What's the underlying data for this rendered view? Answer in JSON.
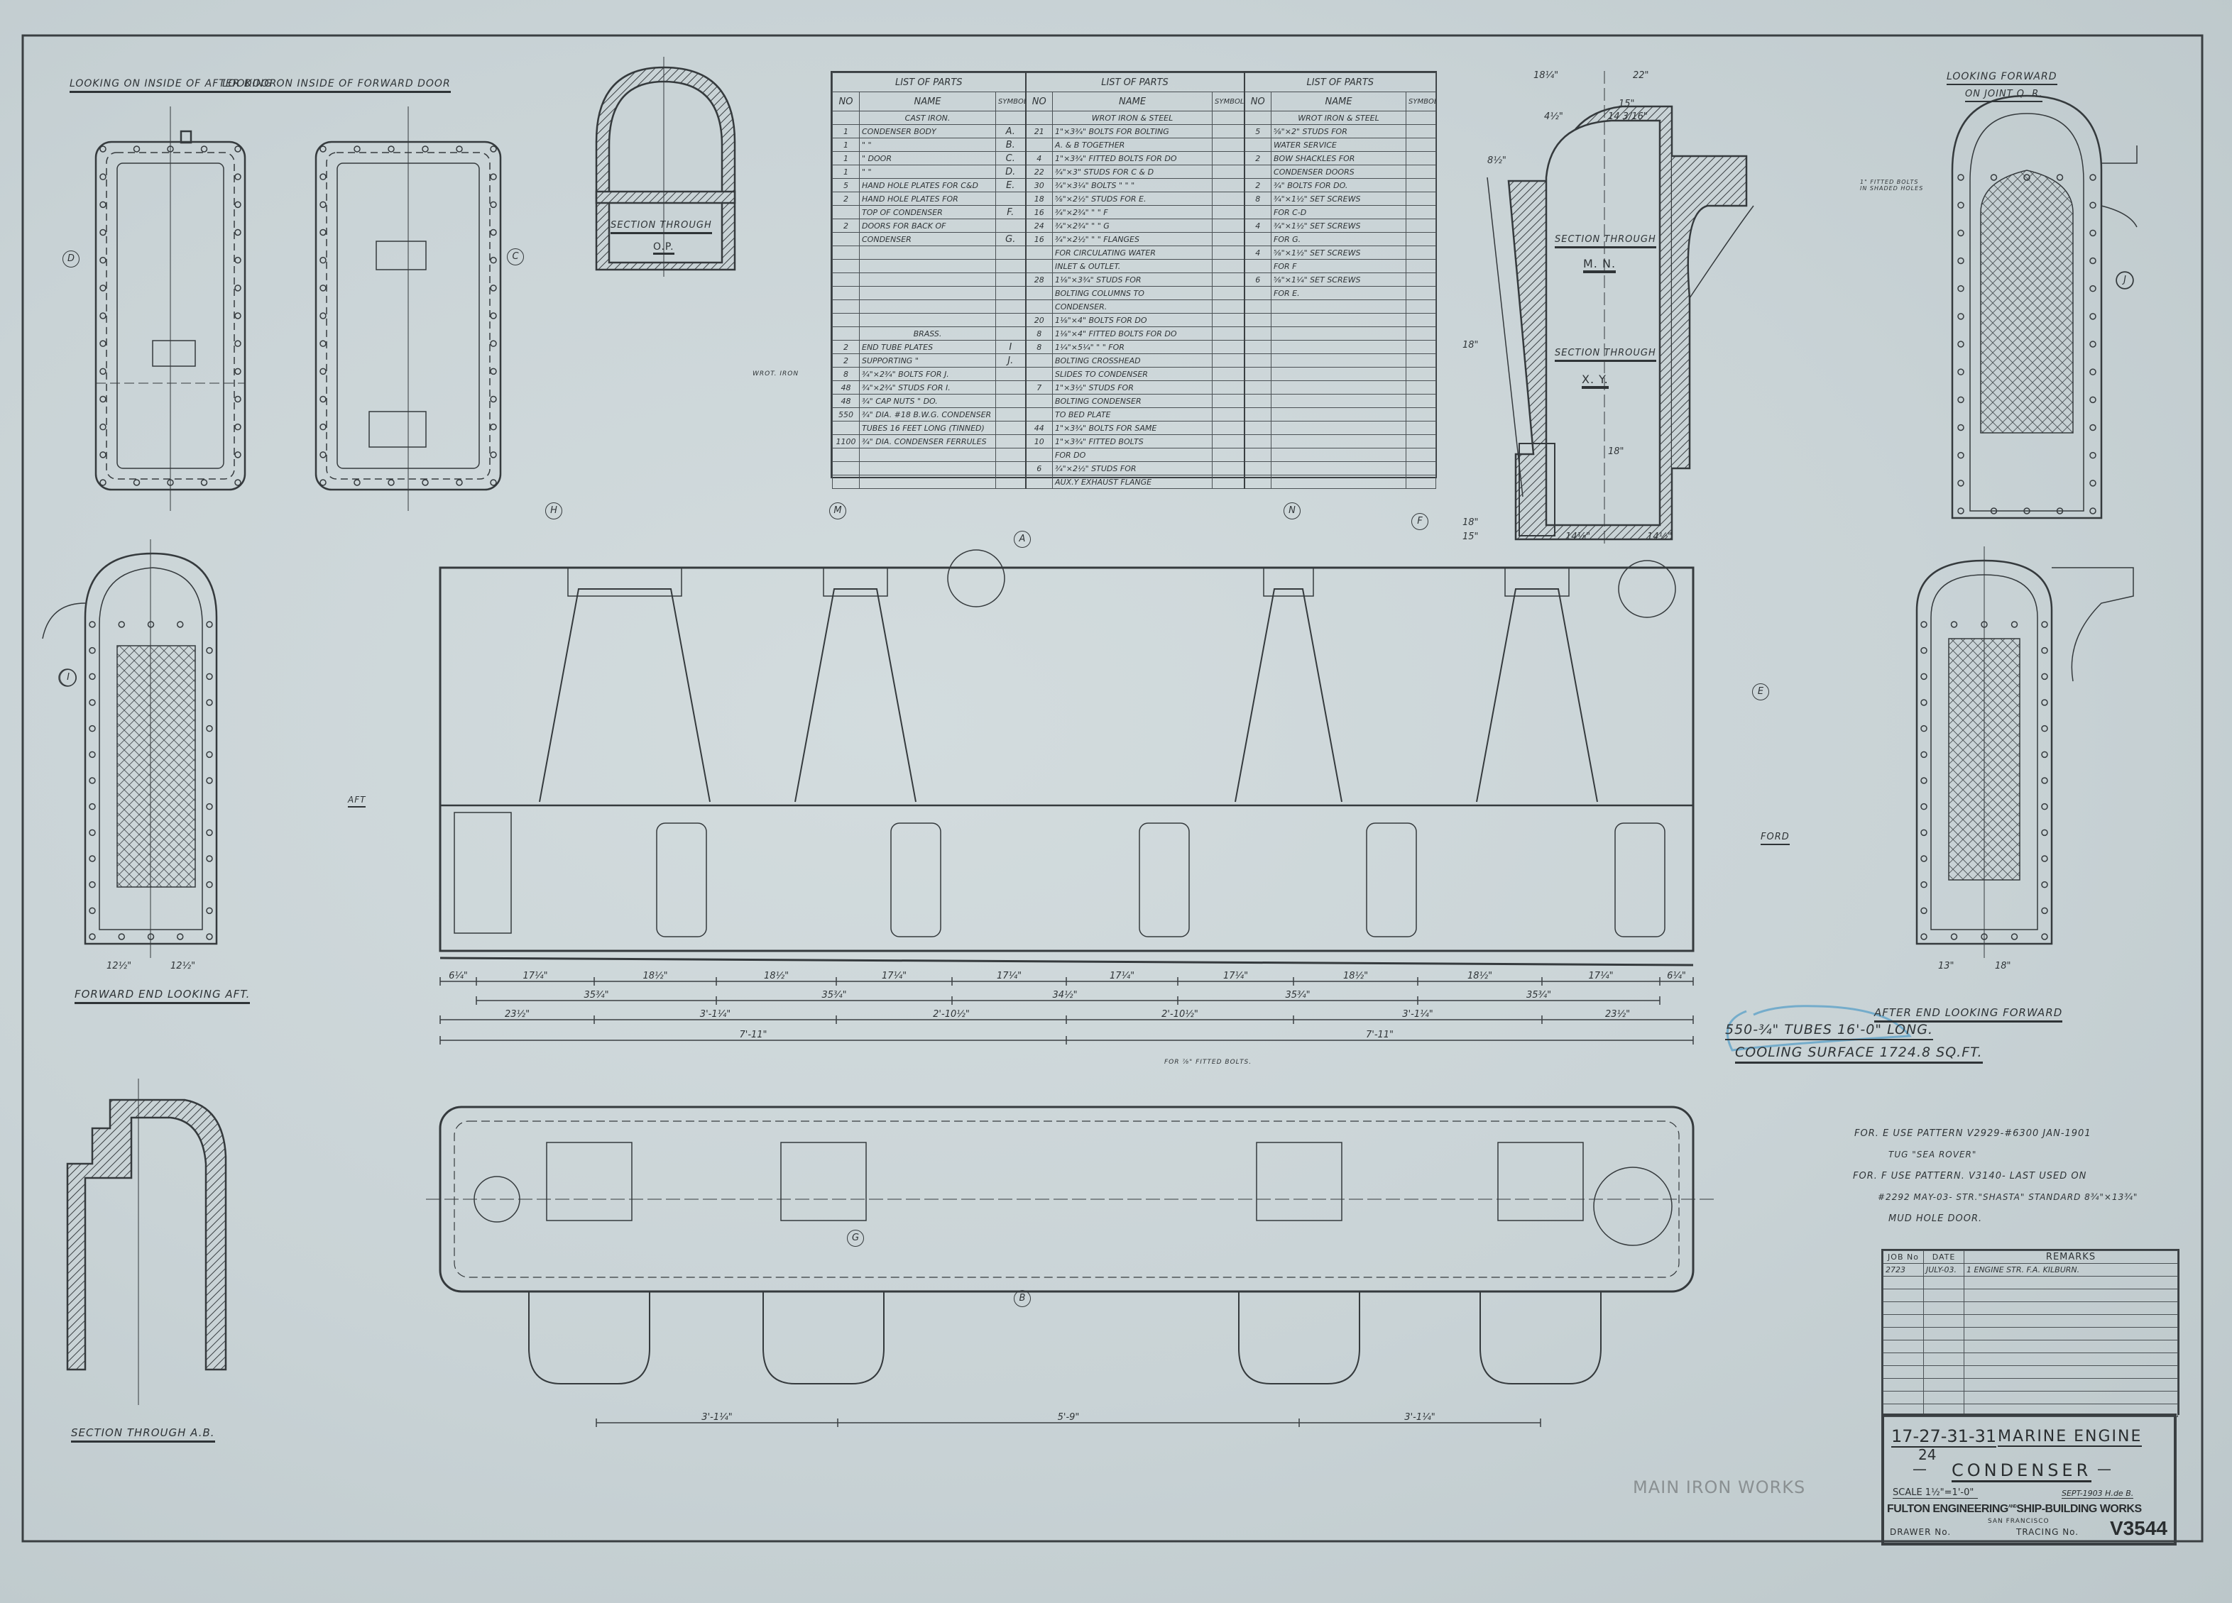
{
  "view_labels": {
    "after_door": "LOOKING ON INSIDE OF AFTER DOOR",
    "forward_door": "LOOKING ON INSIDE OF FORWARD DOOR",
    "section_op_1": "SECTION THROUGH",
    "section_op_2": "O.P.",
    "section_mn_1": "SECTION THROUGH",
    "section_mn_2": "M. N.",
    "section_xy_1": "SECTION THROUGH",
    "section_xy_2": "X. Y.",
    "looking_forward_1": "LOOKING FORWARD",
    "looking_forward_2": "ON JOINT Q. R.",
    "forward_end": "FORWARD END LOOKING AFT.",
    "after_end": "AFTER END LOOKING FORWARD",
    "section_ab": "SECTION THROUGH A.B.",
    "ford": "FORD",
    "aft": "AFT",
    "wrot_iron": "WROT. IRON",
    "fitted_bolts_note": "1\" FITTED BOLTS IN SHADED HOLES",
    "fitted_bolts_plan": "FOR ⅞\" FITTED BOLTS."
  },
  "circled_letters": [
    "D",
    "C",
    "I",
    "J",
    "E",
    "F",
    "G",
    "A",
    "B",
    "M",
    "N",
    "H"
  ],
  "parts_list": {
    "title": "LIST OF PARTS",
    "headers": {
      "no": "No",
      "name": "NAME",
      "symbol": "SYMBOL"
    },
    "rows": [
      [
        "",
        "CAST IRON.",
        "",
        "",
        "WROT IRON & STEEL",
        "",
        "",
        "WROT IRON & STEEL",
        ""
      ],
      [
        "1",
        "CONDENSER BODY",
        "A.",
        "21",
        "1\"×3¾\" BOLTS FOR BOLTING",
        "",
        "5",
        "⅝\"×2\" STUDS FOR",
        ""
      ],
      [
        "1",
        "\"        \"",
        "B.",
        "",
        "A. & B TOGETHER",
        "",
        "",
        "WATER SERVICE",
        ""
      ],
      [
        "1",
        "\"     DOOR",
        "C.",
        "4",
        "1\"×3¾\" FITTED BOLTS FOR DO",
        "",
        "2",
        "BOW SHACKLES FOR",
        ""
      ],
      [
        "1",
        "\"        \"",
        "D.",
        "22",
        "¾\"×3\" STUDS FOR C & D",
        "",
        "",
        "CONDENSER DOORS",
        ""
      ],
      [
        "5",
        "HAND HOLE PLATES FOR C&D",
        "E.",
        "30",
        "¾\"×3¼\" BOLTS \" \" \"",
        "",
        "2",
        "¾\" BOLTS FOR DO.",
        ""
      ],
      [
        "2",
        "HAND HOLE PLATES FOR",
        "",
        "18",
        "⅝\"×2½\" STUDS FOR E.",
        "",
        "8",
        "¾\"×1½\" SET SCREWS",
        ""
      ],
      [
        "",
        "TOP OF CONDENSER",
        "F.",
        "16",
        "¾\"×2¾\"  \"   \" F",
        "",
        "",
        "FOR C-D",
        ""
      ],
      [
        "2",
        "DOORS FOR BACK OF",
        "",
        "24",
        "¾\"×2¾\"  \"   \" G",
        "",
        "4",
        "¾\"×1½\" SET SCREWS",
        ""
      ],
      [
        "",
        "CONDENSER",
        "G.",
        "16",
        "¾\"×2½\"  \"  \" FLANGES",
        "",
        "",
        "FOR G.",
        ""
      ],
      [
        "",
        "",
        "",
        "",
        "FOR CIRCULATING WATER",
        "",
        "4",
        "⅝\"×1½\" SET SCREWS",
        ""
      ],
      [
        "",
        "",
        "",
        "",
        "INLET & OUTLET.",
        "",
        "",
        "FOR F",
        ""
      ],
      [
        "",
        "",
        "",
        "28",
        "1⅛\"×3¾\" STUDS FOR",
        "",
        "6",
        "⅝\"×1¼\" SET SCREWS",
        ""
      ],
      [
        "",
        "",
        "",
        "",
        "BOLTING COLUMNS TO",
        "",
        "",
        "FOR E.",
        ""
      ],
      [
        "",
        "",
        "",
        "",
        "CONDENSER.",
        "",
        "",
        "",
        ""
      ],
      [
        "",
        "",
        "",
        "20",
        "1⅛\"×4\" BOLTS FOR DO",
        "",
        "",
        "",
        ""
      ],
      [
        "",
        "BRASS.",
        "",
        "8",
        "1⅛\"×4\" FITTED BOLTS FOR DO",
        "",
        "",
        "",
        ""
      ],
      [
        "2",
        "END TUBE PLATES",
        "I",
        "8",
        "1¼\"×5¼\"  \"  \" FOR",
        "",
        "",
        "",
        ""
      ],
      [
        "2",
        "SUPPORTING  \"",
        "J.",
        "",
        "BOLTING CROSSHEAD",
        "",
        "",
        "",
        ""
      ],
      [
        "8",
        "¾\"×2¾\" BOLTS FOR J.",
        "",
        "",
        "SLIDES TO CONDENSER",
        "",
        "",
        "",
        ""
      ],
      [
        "48",
        "¾\"×2¾\" STUDS FOR I.",
        "",
        "7",
        "1\"×3½\" STUDS FOR",
        "",
        "",
        "",
        ""
      ],
      [
        "48",
        "¾\" CAP NUTS  \" DO.",
        "",
        "",
        "BOLTING CONDENSER",
        "",
        "",
        "",
        ""
      ],
      [
        "550",
        "¾\" DIA. #18 B.W.G. CONDENSER",
        "",
        "",
        "TO BED PLATE",
        "",
        "",
        "",
        ""
      ],
      [
        "",
        "TUBES 16 FEET LONG (TINNED)",
        "",
        "44",
        "1\"×3¾\" BOLTS FOR SAME",
        "",
        "",
        "",
        ""
      ],
      [
        "1100",
        "¾\" DIA. CONDENSER FERRULES",
        "",
        "10",
        "1\"×3¾\" FITTED BOLTS",
        "",
        "",
        "",
        ""
      ],
      [
        "",
        "",
        "",
        "",
        "FOR DO",
        "",
        "",
        "",
        ""
      ],
      [
        "",
        "",
        "",
        "6",
        "¾\"×2½\" STUDS FOR",
        "",
        "",
        "",
        ""
      ],
      [
        "",
        "",
        "",
        "",
        "AUX.Y EXHAUST FLANGE",
        "",
        "",
        "",
        ""
      ]
    ]
  },
  "notes": {
    "tubes": "550-¾\" TUBES 16'-0\" LONG.",
    "cooling": "COOLING SURFACE 1724.8 SQ.FT.",
    "pattern_e_1": "FOR. E USE PATTERN V2929-#6300 JAN-1901",
    "pattern_e_2": "TUG \"SEA ROVER\"",
    "pattern_f_1": "FOR. F USE PATTERN. V3140- LAST USED ON",
    "pattern_f_2": "#2292 MAY-03- STR.\"SHASTA\" STANDARD 8¾\"×13¾\"",
    "pattern_f_3": "MUD HOLE DOOR.",
    "main_iron_works": "MAIN IRON WORKS"
  },
  "dimensions": {
    "chain_1": [
      "6¼\"",
      "17¼\"",
      "18½\"",
      "18½\"",
      "17¼\"",
      "17¼\"",
      "17¼\"",
      "17¼\"",
      "18½\"",
      "18½\"",
      "17¼\"",
      "6¼\""
    ],
    "chain_2": [
      "35¾\"",
      "35¾\"",
      "34½\"",
      "35¾\"",
      "35¾\""
    ],
    "chain_3": [
      "23½\"",
      "3'-1¼\"",
      "2'-10½\"",
      "2'-10½\"",
      "3'-1¼\"",
      "23½\""
    ],
    "chain_4": [
      "7'-11\"",
      "7'-11\""
    ],
    "plan_chain": [
      "3'-1¼\"",
      "5'-9\"",
      "3'-1¼\""
    ],
    "section_mn": [
      "18¼\"",
      "22\"",
      "15\"",
      "14 3/16\"",
      "4½\"",
      "8½\"",
      "18\"",
      "14⅛\"",
      "14½\"",
      "18\"",
      "18\"",
      "15\""
    ],
    "end_views": [
      "12½\"",
      "12½\"",
      "13\"",
      "18\""
    ]
  },
  "title_block": {
    "remarks_headers": {
      "job": "JOB No",
      "date": "DATE",
      "remarks": "REMARKS"
    },
    "remarks_rows": [
      {
        "job": "2723",
        "date": "JULY-03.",
        "remarks": "1 ENGINE          STR. F.A. KILBURN."
      }
    ],
    "engine_numbers": "17-27-31-31",
    "engine_sub": "24",
    "title_1": "MARINE ENGINE",
    "title_2": "CONDENSER",
    "scale": "SCALE 1½\"=1'-0\"",
    "date": "SEPT-1903 H.de B.",
    "company": "FULTON ENGINEERING",
    "company_and": "AND",
    "company_2": "SHIP-BUILDING WORKS",
    "city": "SAN FRANCISCO",
    "drawer_label": "DRAWER No.",
    "tracing_label": "TRACING No.",
    "tracing_no": "V3544"
  },
  "colors": {
    "paper": "#c9d3d6",
    "ink": "#2f3437",
    "blue_pencil": "#5fa3c8"
  }
}
